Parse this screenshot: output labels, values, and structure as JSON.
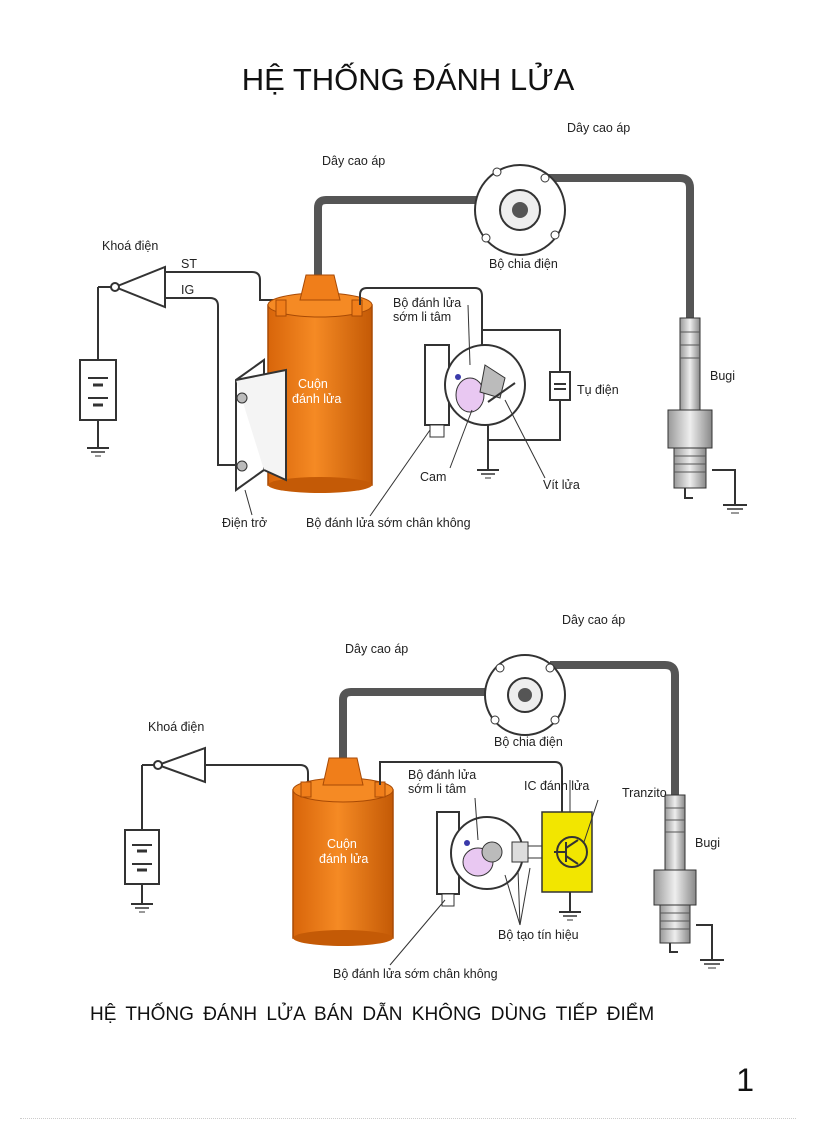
{
  "page": {
    "title": "HỆ THỐNG ĐÁNH LỬA",
    "subtitle": "HỆ THỐNG  ĐÁNH  LỬA BÁN  DẪN  KHÔNG  DÙNG  TIẾP ĐIỂM",
    "page_number": "1"
  },
  "colors": {
    "coil": "#f07e1a",
    "coil_dark": "#c85e08",
    "hv_wire": "#555555",
    "ic_module": "#f2e600",
    "wire": "#333333"
  },
  "diagram1": {
    "labels": {
      "hv_wire_left": "Dây cao áp",
      "hv_wire_right": "Dây cao áp",
      "ignition_switch": "Khoá điện",
      "st": "ST",
      "ig": "IG",
      "distributor": "Bộ chia điện",
      "coil_line1": "Cuộn",
      "coil_line2": "đánh lửa",
      "centrifugal_line1": "Bộ đánh lửa",
      "centrifugal_line2": "sớm li tâm",
      "capacitor": "Tụ điện",
      "spark_plug": "Bugi",
      "cam": "Cam",
      "contact_points": "Vít lửa",
      "resistor": "Điện trở",
      "vacuum_advance": "Bộ đánh lửa sớm chân không"
    }
  },
  "diagram2": {
    "labels": {
      "hv_wire_left": "Dây cao áp",
      "hv_wire_right": "Dây cao áp",
      "ignition_switch": "Khoá điện",
      "distributor": "Bộ chia điện",
      "coil_line1": "Cuộn",
      "coil_line2": "đánh lửa",
      "centrifugal_line1": "Bộ đánh lửa",
      "centrifugal_line2": "sớm li tâm",
      "ic": "IC đánh lửa",
      "transistor": "Tranzito",
      "spark_plug": "Bugi",
      "signal_generator": "Bộ tạo tín hiệu",
      "vacuum_advance": "Bộ đánh lửa sớm chân không"
    }
  }
}
